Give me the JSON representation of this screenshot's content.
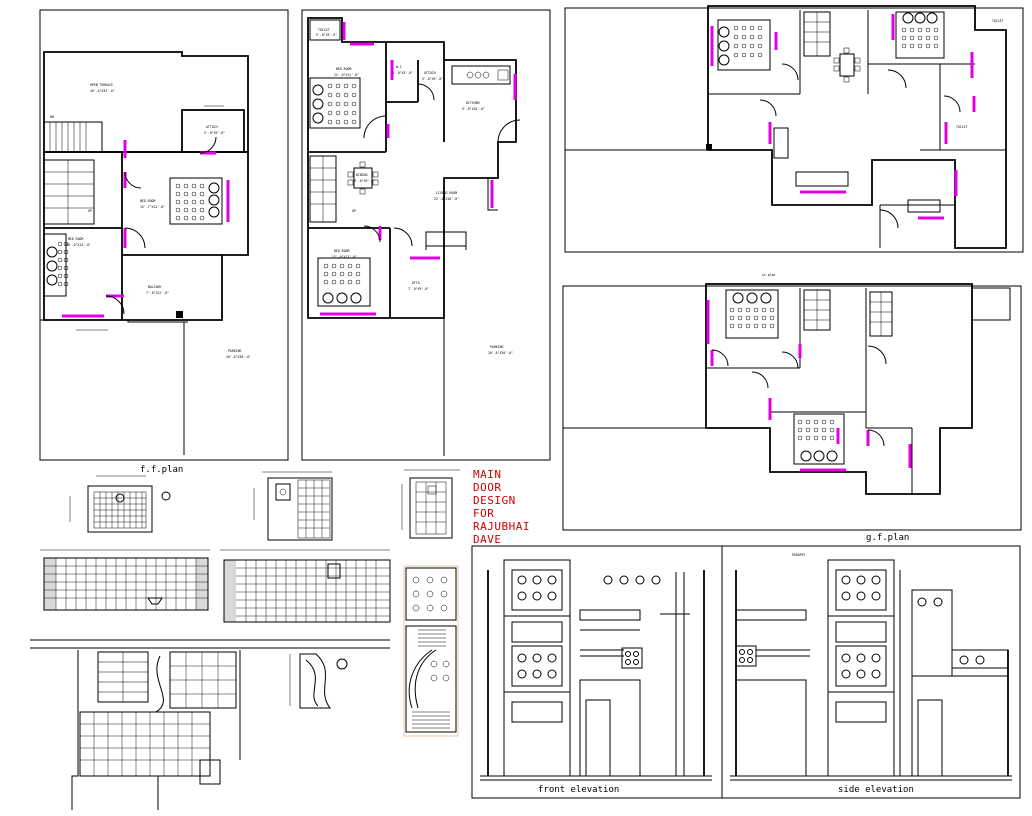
{
  "titles": {
    "ff_plan": "f.f.plan",
    "gf_plan": "g.f.plan",
    "sf_plan": "sf.plan",
    "front_elevation": "front elevation",
    "side_elevation": "side elevation",
    "parapet": "PARAPET"
  },
  "project_title_lines": [
    "MAIN",
    "DOOR",
    "DESIGN",
    "FOR",
    "RAJUBHAI",
    "DAVE"
  ],
  "room_labels": {
    "open_terrace": "OPEN TERRACE",
    "open_terrace_dim": "20'-6\"X32'-6\"",
    "toilet": "TOILET",
    "toilet_dim": "5'-0\"X5'-9\"",
    "attach": "ATTACH",
    "attach_dim": "5'-0\"X9'-0\"",
    "bed_room": "BED ROOM",
    "bed_dim_a": "15'-7\"X12'-0\"",
    "bed_dim_b": "10'-0\"X14'-0\"",
    "bed_dim_c": "11'-0\"X12'-6\"",
    "bed_dim_d": "12'-0\"X13'-0\"",
    "balcony": "BALCONY",
    "balcony_dim": "7'-0\"X12'-6\"",
    "parking": "PARKING",
    "parking_dim": "20'-6\"X30'-0\"",
    "kitchen": "KITCHEN",
    "kitchen_dim": "9'-0\"X10'-6\"",
    "dining": "DINING",
    "dining_dim": "9'-0\"X9'-3\"",
    "living_room": "LIVING ROOM",
    "living_dim": "22'-0\"X16'-0\"",
    "otta": "OTTA",
    "otta_dim": "7'-0\"X9'-0\"",
    "wc": "W.C",
    "wc_dim": "3'-0\"X5'-0\"",
    "dn": "DN",
    "up": "UP"
  }
}
